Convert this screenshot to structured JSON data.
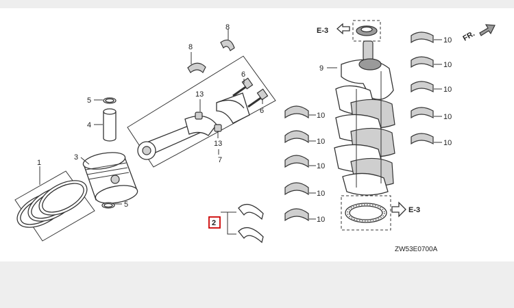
{
  "diagram": {
    "labels": {
      "l1": "1",
      "l2": "2",
      "l3": "3",
      "l4": "4",
      "l5a": "5",
      "l5b": "5",
      "l6a": "6",
      "l6b": "6",
      "l7": "7",
      "l8a": "8",
      "l8b": "8",
      "l9": "9",
      "l10": "10",
      "l13a": "13",
      "l13b": "13"
    },
    "ref_top": "E-3",
    "ref_bottom": "E-3",
    "direction": "FR.",
    "code": "ZW53E0700A",
    "highlight_color": "#cc0000"
  }
}
